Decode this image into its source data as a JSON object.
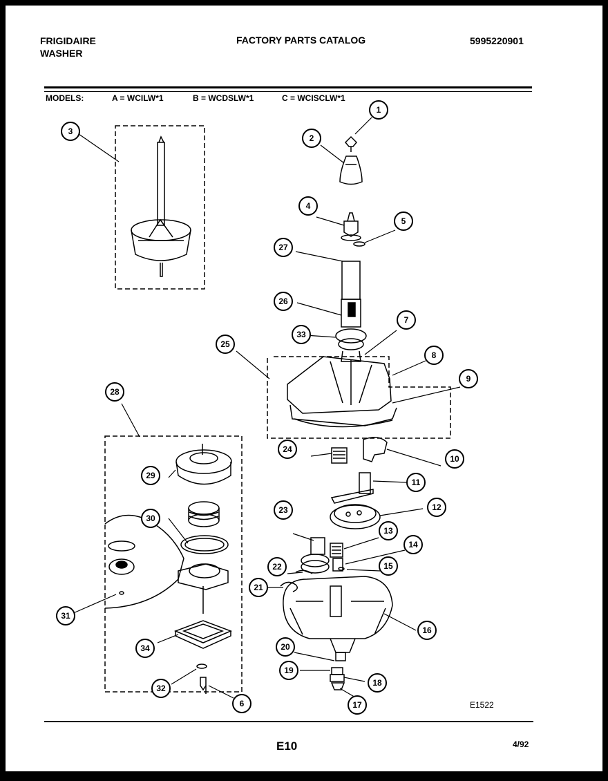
{
  "header": {
    "brand_line1": "FRIGIDAIRE",
    "brand_line2": "WASHER",
    "title": "FACTORY PARTS CATALOG",
    "catalog_number": "5995220901"
  },
  "models": {
    "label": "MODELS:",
    "a": "A = WCILW*1",
    "b": "B = WCDSLW*1",
    "c": "C = WCISCLW*1"
  },
  "diagram": {
    "code": "E1522",
    "callouts": [
      "1",
      "2",
      "3",
      "4",
      "5",
      "6",
      "7",
      "8",
      "9",
      "10",
      "11",
      "12",
      "13",
      "14",
      "15",
      "16",
      "17",
      "18",
      "19",
      "20",
      "21",
      "22",
      "23",
      "24",
      "25",
      "26",
      "27",
      "28",
      "29",
      "30",
      "31",
      "32",
      "33",
      "34"
    ]
  },
  "footer": {
    "page": "E10",
    "date": "4/92"
  }
}
